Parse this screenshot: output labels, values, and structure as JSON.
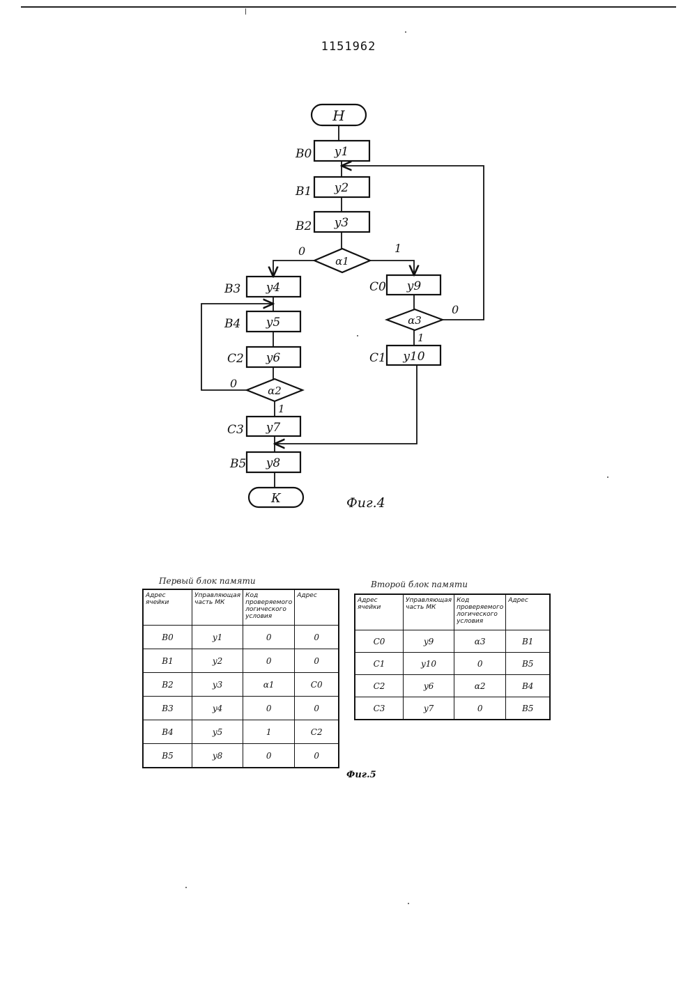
{
  "patent_number": "1151962",
  "figure4": {
    "caption": "Фиг.4",
    "start": "Н",
    "end": "К",
    "blocks": {
      "y1": "y1",
      "y2": "y2",
      "y3": "y3",
      "y4": "y4",
      "y5": "y5",
      "y6": "y6",
      "y7": "y7",
      "y8": "y8",
      "y9": "y9",
      "y10": "y10"
    },
    "addresses": {
      "b0": "B0",
      "b1": "B1",
      "b2": "B2",
      "b3": "B3",
      "b4": "B4",
      "b5": "B5",
      "c0": "C0",
      "c1": "C1",
      "c2": "C2",
      "c3": "C3"
    },
    "conditions": {
      "a1": "α1",
      "a2": "α2",
      "a3": "α3"
    },
    "branch_labels": {
      "a1_left": "0",
      "a1_right": "1",
      "a2_left": "0",
      "a2_down": "1",
      "a3_right": "0",
      "a3_down": "1"
    }
  },
  "figure5": {
    "caption": "Фиг.5",
    "table1": {
      "title": "Первый блок памяти",
      "headers": [
        "Адрес ячейки",
        "Управляющая часть МК",
        "Код проверяемого логического условия",
        "Адрес"
      ],
      "rows": [
        [
          "B0",
          "y1",
          "0",
          "0"
        ],
        [
          "B1",
          "y2",
          "0",
          "0"
        ],
        [
          "B2",
          "y3",
          "α1",
          "C0"
        ],
        [
          "B3",
          "y4",
          "0",
          "0"
        ],
        [
          "B4",
          "y5",
          "1",
          "C2"
        ],
        [
          "B5",
          "y8",
          "0",
          "0"
        ]
      ]
    },
    "table2": {
      "title": "Второй блок памяти",
      "headers": [
        "Адрес ячейки",
        "Управляющая часть МК",
        "Код проверяемого логического условия",
        "Адрес"
      ],
      "rows": [
        [
          "C0",
          "y9",
          "α3",
          "B1"
        ],
        [
          "C1",
          "y10",
          "0",
          "B5"
        ],
        [
          "C2",
          "y6",
          "α2",
          "B4"
        ],
        [
          "C3",
          "y7",
          "0",
          "B5"
        ]
      ]
    }
  }
}
